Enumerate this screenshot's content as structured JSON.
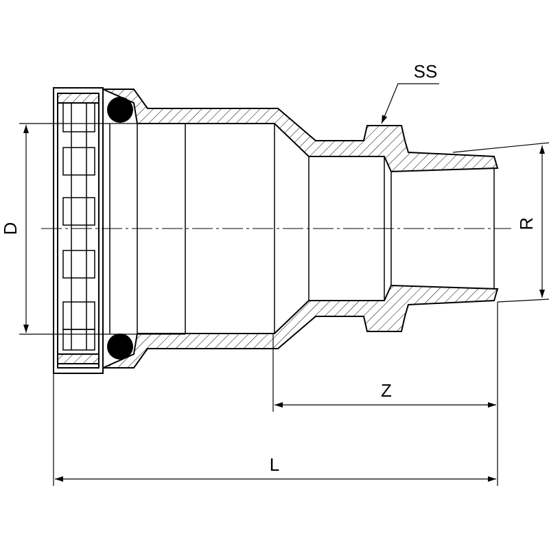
{
  "drawing": {
    "labels": {
      "ss": "SS",
      "d": "D",
      "r": "R",
      "z": "Z",
      "l": "L"
    },
    "colors": {
      "line": "#000000",
      "background": "#ffffff"
    }
  }
}
